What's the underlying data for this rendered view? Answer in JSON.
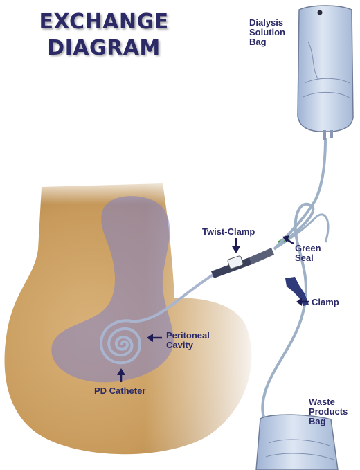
{
  "title": {
    "line1": "EXCHANGE",
    "line2": "DIAGRAM"
  },
  "labels": {
    "solution_bag": [
      "Dialysis",
      "Solution",
      "Bag"
    ],
    "twist_clamp": "Twist-Clamp",
    "green_seal": [
      "Green",
      "Seal"
    ],
    "clamp": "Clamp",
    "peritoneal_cavity": [
      "Peritoneal",
      "Cavity"
    ],
    "pd_catheter": "PD Catheter",
    "waste_bag": [
      "Waste",
      "Products",
      "Bag"
    ]
  },
  "colors": {
    "label_text": "#2b2a66",
    "arrow": "#1f1c55",
    "skin": "#c99c5e",
    "cavity": "#8080c4",
    "tubing": "#9eb0c6",
    "bag": "#c2d0e6",
    "green_seal": "#3b9a35"
  }
}
